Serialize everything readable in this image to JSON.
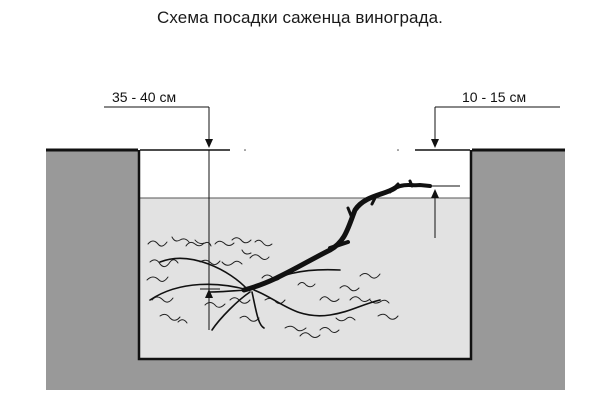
{
  "title": "Схема посадки саженца винограда.",
  "labels": {
    "depth_left": "35 - 40 см",
    "depth_right": "10 - 15 см"
  },
  "colors": {
    "ground": "#999999",
    "soil_fill": "#e2e2e2",
    "line": "#111111",
    "background": "#ffffff"
  }
}
